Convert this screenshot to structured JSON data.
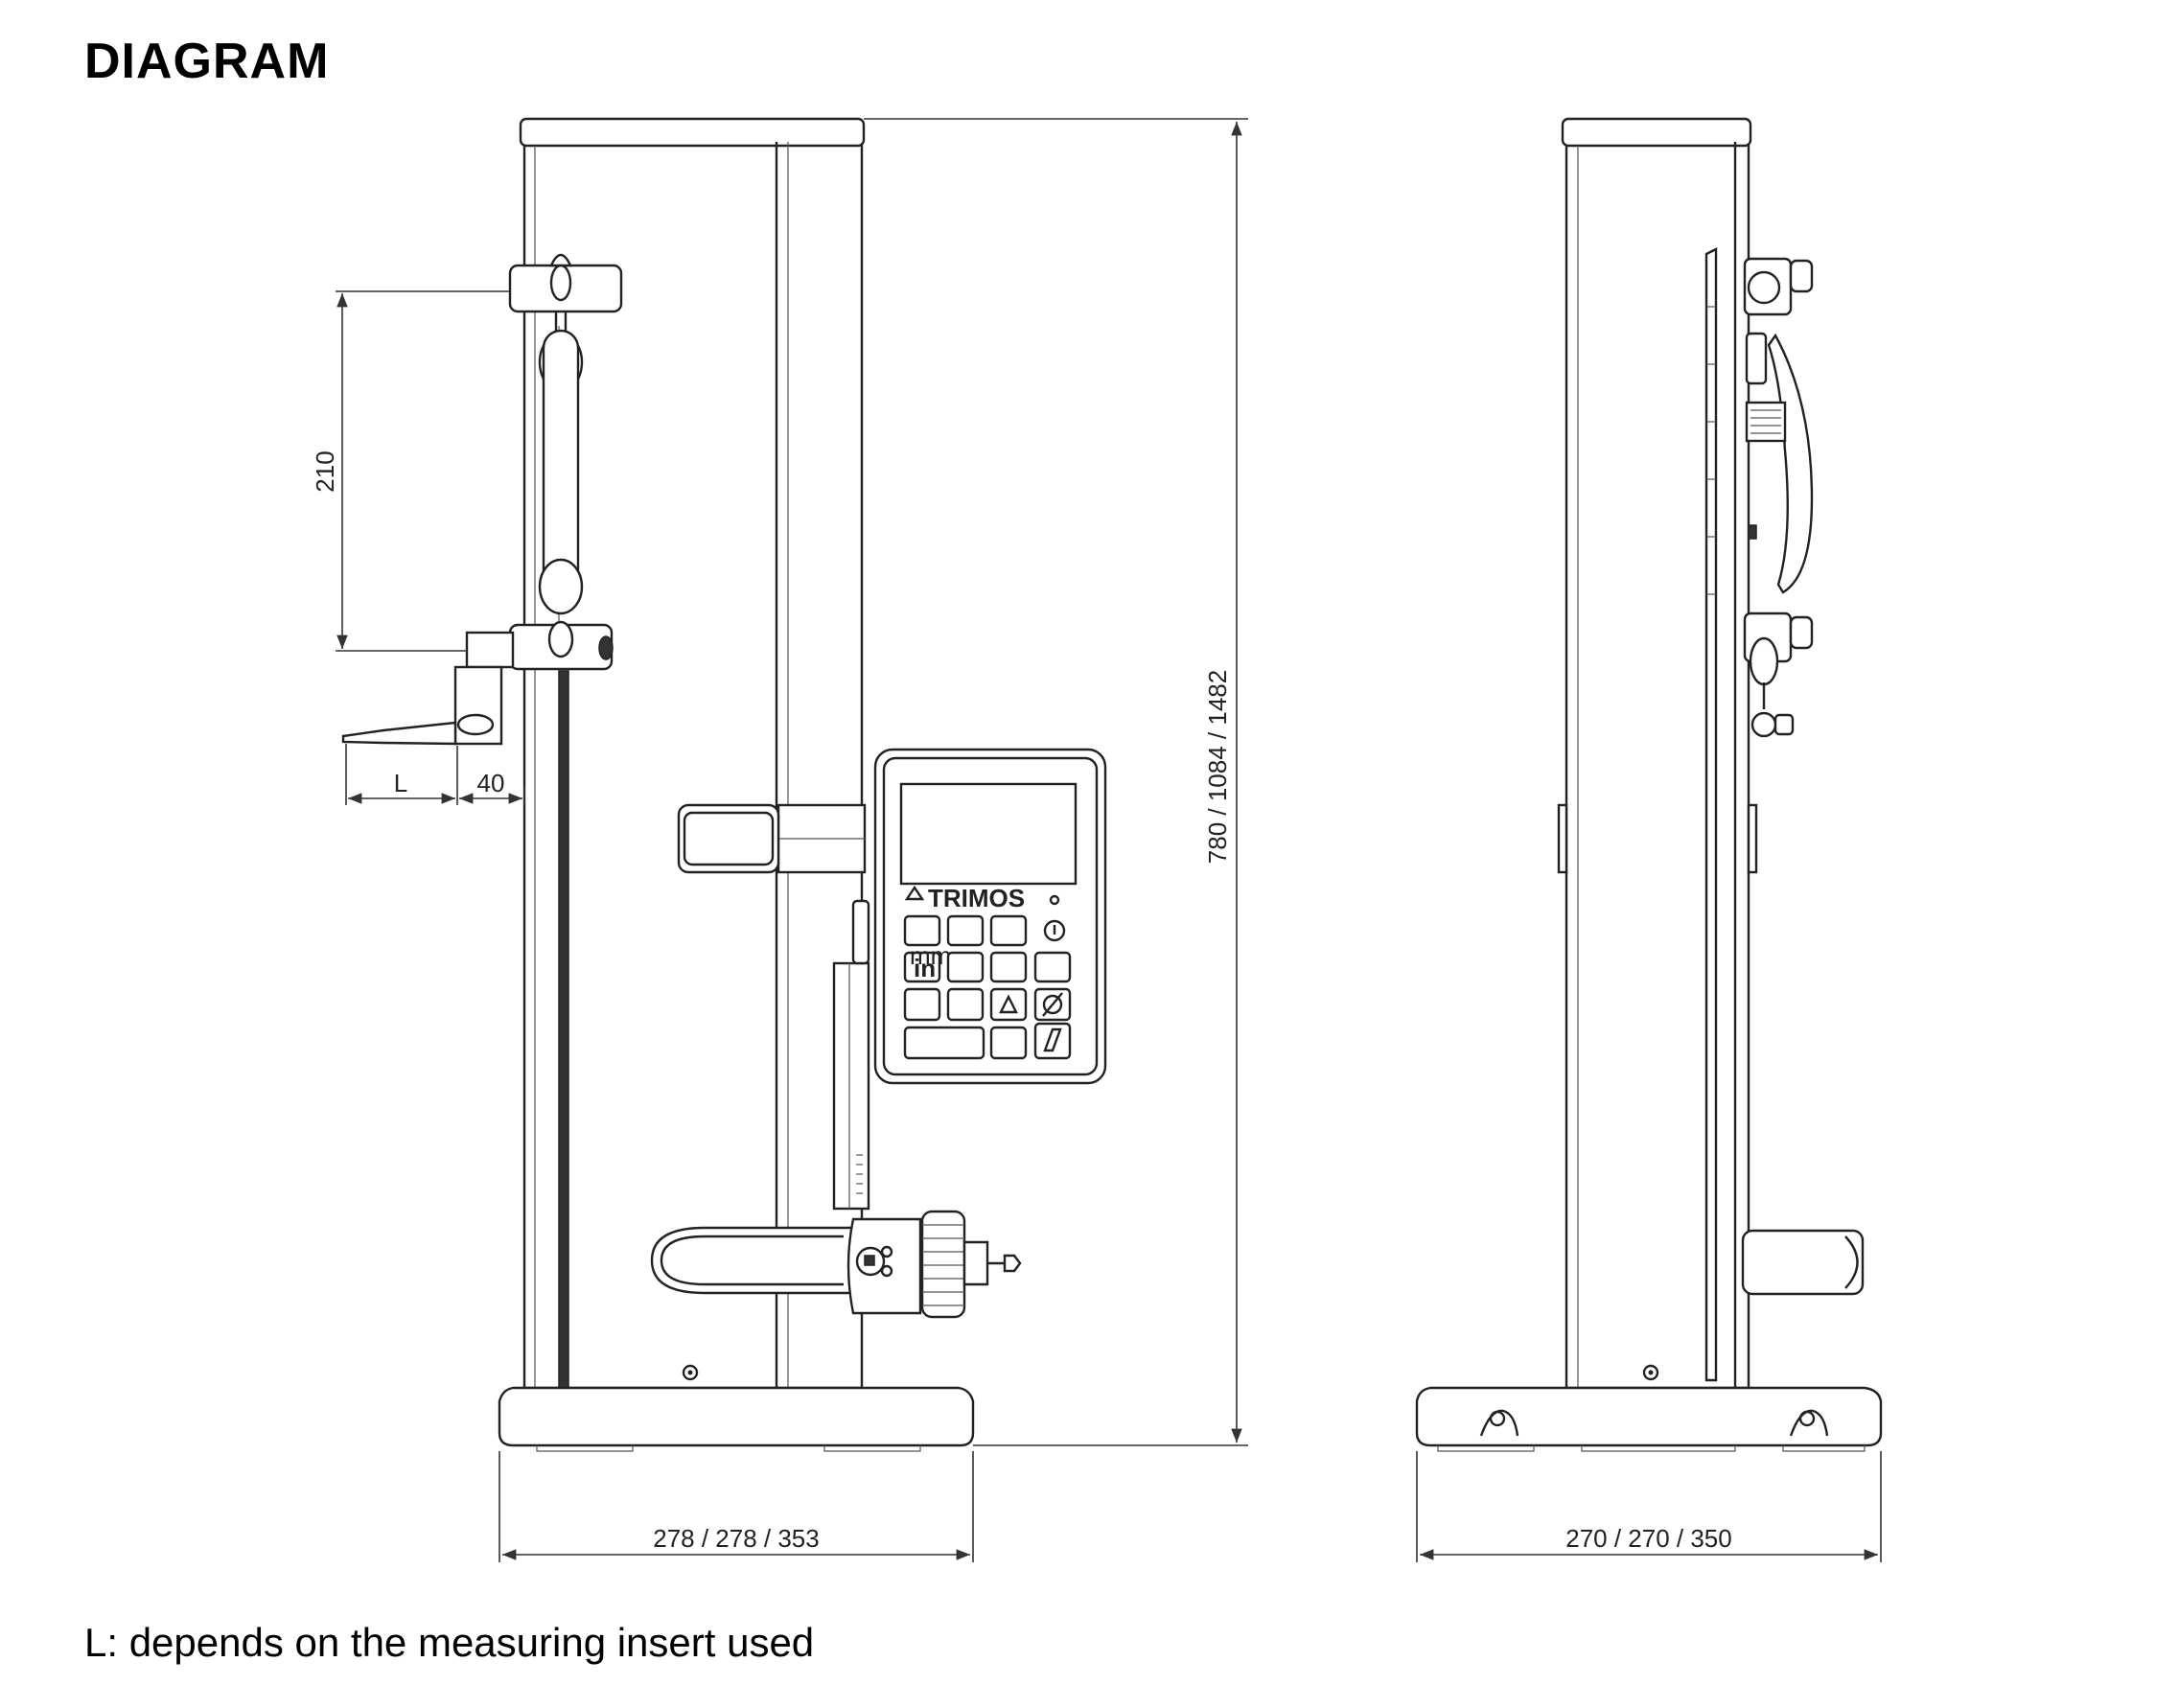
{
  "title": "DIAGRAM",
  "footnote": "L: depends on the measuring insert used",
  "dimensions": {
    "stroke_210": "210",
    "insert_L": "L",
    "insert_offset": "40",
    "height": "780 / 1084 / 1482",
    "front_width": "278 / 278 / 353",
    "side_width": "270 / 270 / 350"
  },
  "console": {
    "brand": "TRIMOS",
    "unit_key_top": "mm",
    "unit_key_bottom": "in"
  }
}
